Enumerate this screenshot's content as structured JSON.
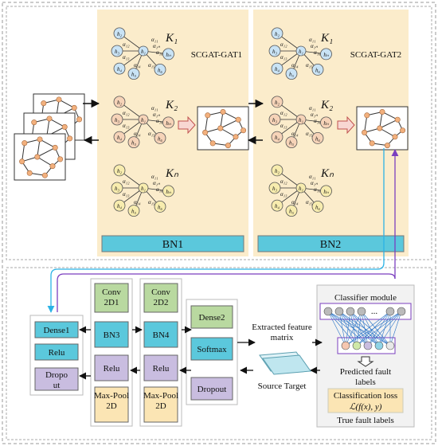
{
  "gat_blocks": [
    {
      "title": "SCGAT-GAT1",
      "heads": [
        "K₁",
        "K₂",
        "Kₙ"
      ],
      "bn_label": "BN1"
    },
    {
      "title": "SCGAT-GAT2",
      "heads": [
        "K₁",
        "K₂",
        "Kₙ"
      ],
      "bn_label": "BN2"
    }
  ],
  "star_node_labels": {
    "center": "h₁",
    "leaves": [
      "h₂",
      "h₃",
      "h₄",
      "h₅",
      "h₆",
      "hₙ"
    ]
  },
  "star_edge_labels": [
    "α₁₁",
    "α₁₂",
    "α₁₃",
    "α₁₄",
    "α₁₅",
    "α₁₆",
    "α₁ₙ"
  ],
  "col1": [
    "Dense1",
    "Relu",
    "Dropout"
  ],
  "col2": [
    "Conv 2D1",
    "BN3",
    "Relu",
    "Max-Pool 2D"
  ],
  "col3": [
    "Conv 2D2",
    "BN4",
    "Relu",
    "Max-Pool 2D"
  ],
  "col4": [
    "Dense2",
    "Softmax",
    "Dropout"
  ],
  "feature": {
    "title": "Extracted feature matrix",
    "caption": "Source Target"
  },
  "classifier": {
    "title": "Classifier module",
    "ellipsis": "...",
    "predicted": "Predicted fault labels",
    "loss_title": "Classification loss",
    "loss_formula": "ℒ(f(x), y)",
    "true_labels": "True fault labels"
  },
  "colors": {
    "gat_bg": "#fbeccb",
    "bn_bar": "#5bc8dc",
    "green": "#b9d9a0",
    "blue": "#5bc8dc",
    "purple": "#c9bde0",
    "orange": "#fbe5b4",
    "arrow_cyan": "#2bb3e6",
    "arrow_purple": "#7b3fbf",
    "node_orange": "#f2b07d"
  }
}
